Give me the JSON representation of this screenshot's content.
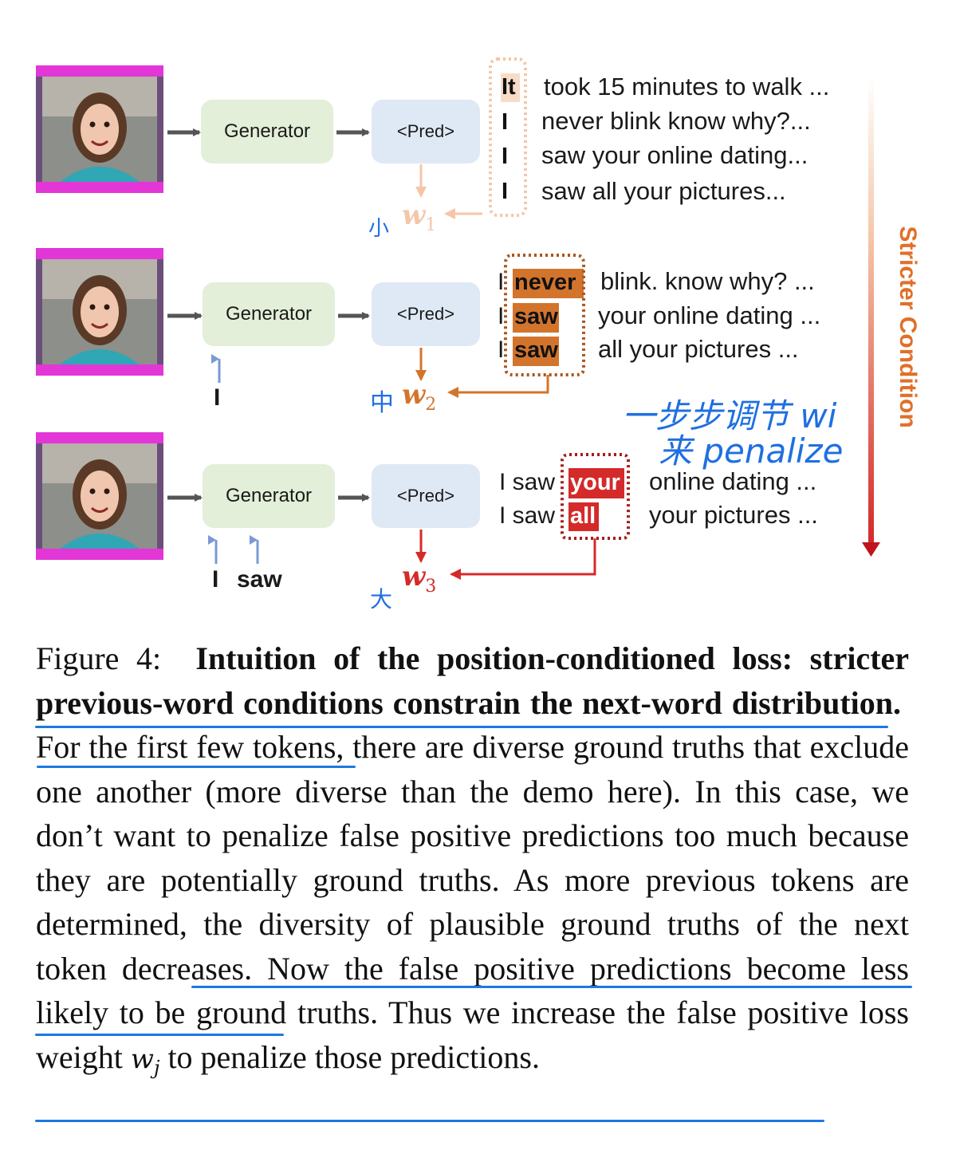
{
  "figure": {
    "rows": [
      {
        "generator_label": "Generator",
        "pred_label": "<Pred>",
        "inputs": [],
        "weight_symbol": "w",
        "weight_index": "1",
        "weight_color": "#f4c6a8",
        "hand_note": "小",
        "lines": [
          {
            "prefix": "",
            "token": "It",
            "rest": "took 15 minutes to walk ..."
          },
          {
            "prefix": "",
            "token": "I",
            "rest": "never blink know why?..."
          },
          {
            "prefix": "",
            "token": "I",
            "rest": "saw your online dating..."
          },
          {
            "prefix": "",
            "token": "I",
            "rest": "saw all your pictures..."
          }
        ]
      },
      {
        "generator_label": "Generator",
        "pred_label": "<Pred>",
        "inputs": [
          "I"
        ],
        "weight_symbol": "w",
        "weight_index": "2",
        "weight_color": "#d3742c",
        "hand_note": "中",
        "lines": [
          {
            "prefix": "I",
            "token": "never",
            "rest": "blink. know why? ..."
          },
          {
            "prefix": "I",
            "token": "saw",
            "rest": "your online dating ..."
          },
          {
            "prefix": "I",
            "token": "saw",
            "rest": "all your pictures ..."
          }
        ]
      },
      {
        "generator_label": "Generator",
        "pred_label": "<Pred>",
        "inputs": [
          "I",
          "saw"
        ],
        "weight_symbol": "w",
        "weight_index": "3",
        "weight_color": "#d42a2a",
        "hand_note": "大",
        "lines": [
          {
            "prefix": "I saw",
            "token": "your",
            "rest": "online dating ..."
          },
          {
            "prefix": "I saw",
            "token": "all",
            "rest": "your pictures ..."
          }
        ]
      }
    ],
    "stricter_label": "Stricter Condition",
    "hand_annotation_line1": "一步步调节 wi",
    "hand_annotation_line2": "来 penalize",
    "colors": {
      "low": "#f4c6a8",
      "mid": "#d3742c",
      "high": "#d42a2a",
      "generator_box": "#e3efd9",
      "pred_box": "#dfe9f5",
      "annotation_blue": "#1f6fe0"
    }
  },
  "caption": {
    "figure_label": "Figure 4:",
    "bold_text": "Intuition of the position-conditioned loss: stricter previous-word conditions constrain the next-word distribution.",
    "body_part1": "For the first few tokens, there are diverse ground truths that exclude one another (more diverse than the demo here). In this case, we don’t want to penalize false positive predictions too much because they are potentially ground truths. As more previous tokens are determined, the diversity of plausible ground truths of the next token decreases. Now the false positive predictions become less likely to be ground truths. Thus we increase the false positive loss weight ",
    "math_symbol": "w",
    "math_sub": "j",
    "body_part2": " to penalize those predictions."
  }
}
